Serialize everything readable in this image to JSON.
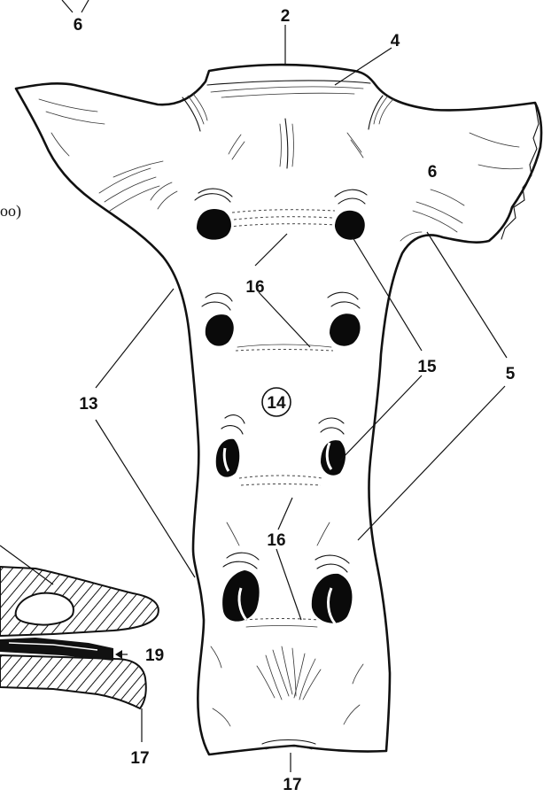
{
  "labels": {
    "l2": "2",
    "l4": "4",
    "l5": "5",
    "l6_top": "6",
    "l6_wing": "6",
    "l13": "13",
    "l14": "14",
    "l15": "15",
    "l16_upper": "16",
    "l16_lower": "16",
    "l17_right": "17",
    "l17_left": "17",
    "l19": "19",
    "fragment": "oo)"
  },
  "colors": {
    "ink": "#111111",
    "paper": "#ffffff"
  }
}
